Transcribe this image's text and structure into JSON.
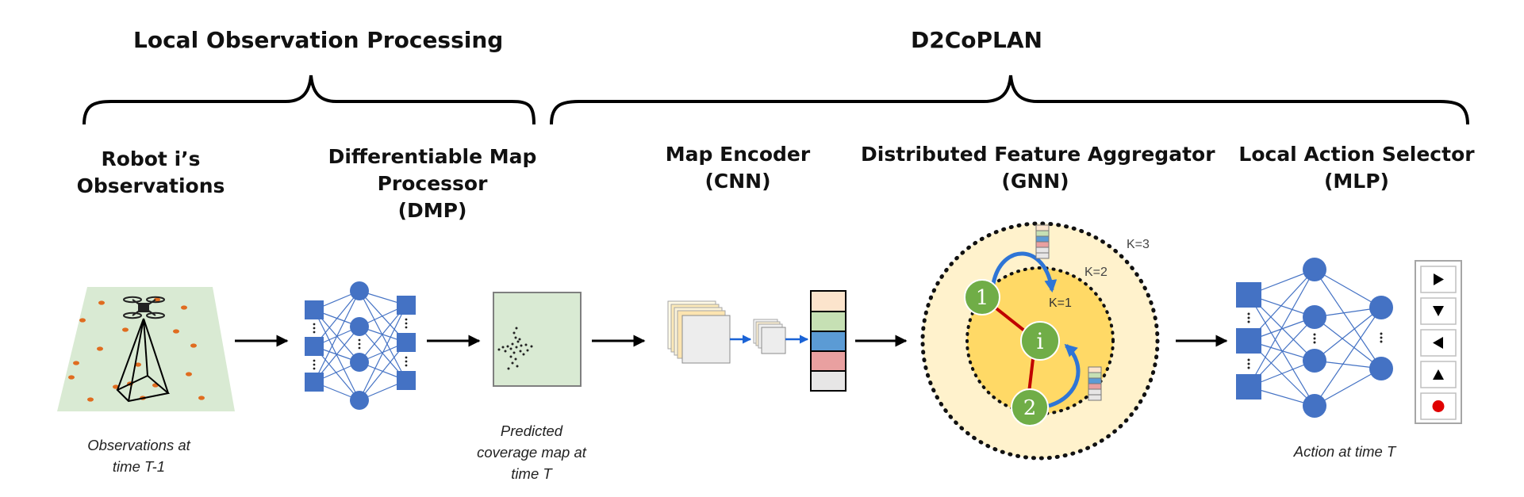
{
  "sections": {
    "local_processing": "Local Observation Processing",
    "d2coplan": "D2CoPLAN"
  },
  "stages": {
    "observations": {
      "line1": "Robot i’s",
      "line2": "Observations"
    },
    "dmp": {
      "line1": "Differentiable Map",
      "line2": "Processor",
      "line3": "(DMP)"
    },
    "encoder": {
      "line1": "Map  Encoder",
      "line2": "(CNN)"
    },
    "aggregator": {
      "line1": "Distributed Feature Aggregator",
      "line2": "(GNN)"
    },
    "selector": {
      "line1": "Local Action Selector",
      "line2": "(MLP)"
    }
  },
  "captions": {
    "observations": {
      "line1": "Observations at",
      "line2": "time T-1"
    },
    "coverage": {
      "line1": "Predicted",
      "line2": "coverage map at",
      "line3": "time T"
    },
    "action": {
      "line1": "Action at time T"
    }
  },
  "gnn": {
    "hops": {
      "k1": "K=1",
      "k2": "K=2",
      "k3": "K=3"
    },
    "nodes": {
      "center": "i",
      "neighbor1": "1",
      "neighbor2": "2"
    }
  },
  "actions": [
    "right-arrow-icon",
    "down-arrow-icon",
    "left-arrow-icon",
    "up-arrow-icon",
    "stop-dot-icon"
  ],
  "colors": {
    "node_blue": "#4472c4",
    "gnn_node_green": "#70ad47",
    "hop_ring_inner": "#ffd966",
    "hop_ring_outer": "#fff2cc",
    "obs_plane": "#d9ead3",
    "target_dot": "#e06c1f",
    "flow_arrow": "#1a63d6",
    "graph_edge": "#c00000",
    "stop_red": "#e00000",
    "feature_bands": [
      "#fce4cc",
      "#c6e0b4",
      "#5b9bd5",
      "#e9a0a0",
      "#e7e6e6"
    ]
  }
}
